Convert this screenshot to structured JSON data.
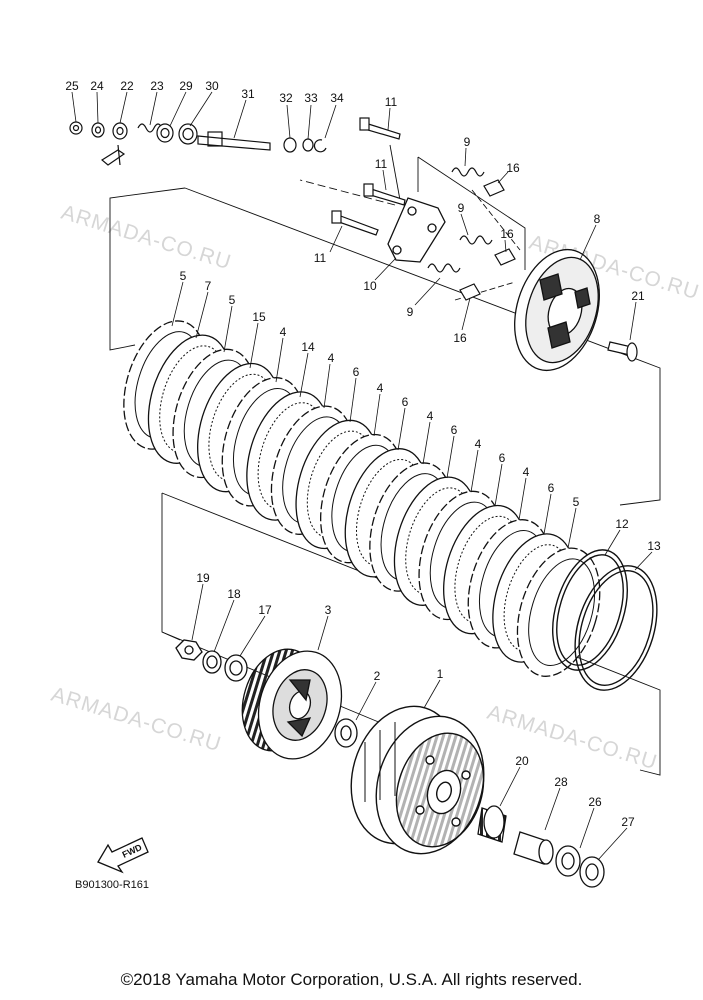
{
  "watermarks": [
    "ARMADA-CO.RU",
    "ARMADA-CO.RU",
    "ARMADA-CO.RU",
    "ARMADA-CO.RU",
    "ARMADA-CO.RU"
  ],
  "part_labels": {
    "p25": "25",
    "p24": "24",
    "p22": "22",
    "p23": "23",
    "p29": "29",
    "p30": "30",
    "p31": "31",
    "p32": "32",
    "p33": "33",
    "p34": "34",
    "p11a": "11",
    "p11b": "11",
    "p11c": "11",
    "p9a": "9",
    "p9b": "9",
    "p9c": "9",
    "p16a": "16",
    "p16b": "16",
    "p16c": "16",
    "p8": "8",
    "p10": "10",
    "p21": "21",
    "p5a": "5",
    "p7": "7",
    "p5b": "5",
    "p15": "15",
    "p4a": "4",
    "p14": "14",
    "p4b": "4",
    "p6a": "6",
    "p4c": "4",
    "p6b": "6",
    "p4d": "4",
    "p6c": "6",
    "p4e": "4",
    "p6d": "6",
    "p4f": "4",
    "p6e": "6",
    "p5c": "5",
    "p12": "12",
    "p13": "13",
    "p19": "19",
    "p18": "18",
    "p17": "17",
    "p3": "3",
    "p2": "2",
    "p1": "1",
    "p20": "20",
    "p28": "28",
    "p26": "26",
    "p27": "27"
  },
  "fwd_label": "FWD",
  "diagram_code": "B901300-R161",
  "copyright": "©2018 Yamaha Motor Corporation, U.S.A. All rights reserved.",
  "colors": {
    "line": "#111111",
    "watermark": "#c9c9c9",
    "background": "#ffffff"
  }
}
